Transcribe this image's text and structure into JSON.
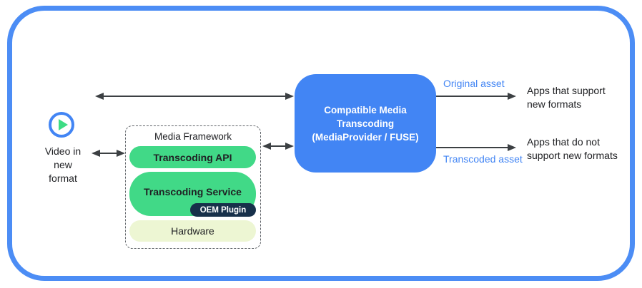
{
  "colors": {
    "frame-blue": "#4C8DF5",
    "box-blue": "#4285F4",
    "label-blue": "#4285F4",
    "green": "#41D987",
    "play-green": "#3DDC84",
    "pale-green": "#EDF6D3",
    "navy": "#17304A",
    "arrow": "#3C4043",
    "text-dark": "#202124"
  },
  "left": {
    "caption_lines": [
      "Video in",
      "new",
      "format"
    ]
  },
  "framework": {
    "title": "Media Framework",
    "api_label": "Transcoding API",
    "service_label": "Transcoding Service",
    "oem_label": "OEM Plugin",
    "hardware_label": "Hardware"
  },
  "transcoder": {
    "lines": [
      "Compatible Media",
      "Transcoding",
      "(MediaProvider / FUSE)"
    ]
  },
  "outputs": {
    "original_label": "Original asset",
    "original_target_lines": [
      "Apps that support",
      "new formats"
    ],
    "transcoded_label": "Transcoded asset",
    "transcoded_target_lines": [
      "Apps that do not",
      "support new formats"
    ]
  }
}
